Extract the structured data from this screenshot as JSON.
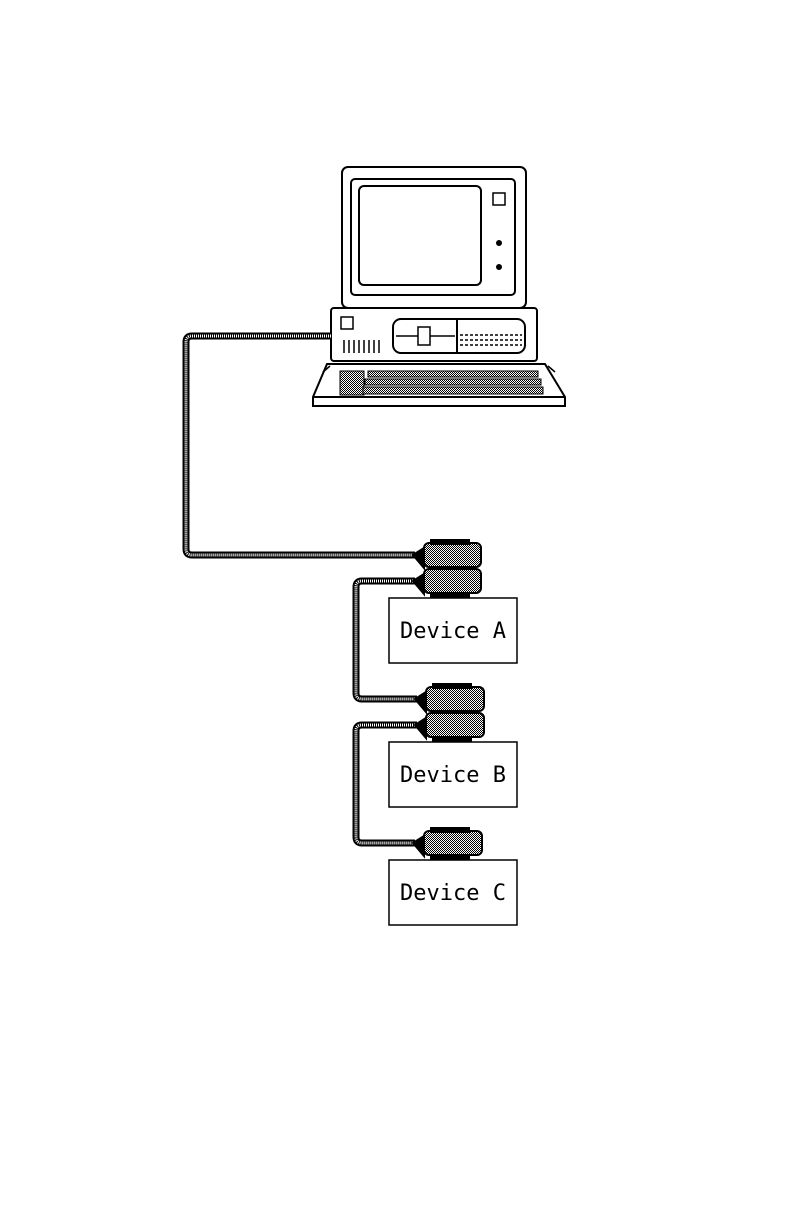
{
  "diagram": {
    "type": "daisy-chain connection diagram",
    "host": {
      "name": "computer-icon"
    },
    "devices": [
      {
        "label": "Device A"
      },
      {
        "label": "Device B"
      },
      {
        "label": "Device C"
      }
    ],
    "connections": [
      {
        "from": "computer",
        "to": "Device A"
      },
      {
        "from": "Device A",
        "to": "Device B"
      },
      {
        "from": "Device B",
        "to": "Device C"
      }
    ],
    "colors": {
      "line": "#000000",
      "background": "#ffffff"
    }
  }
}
